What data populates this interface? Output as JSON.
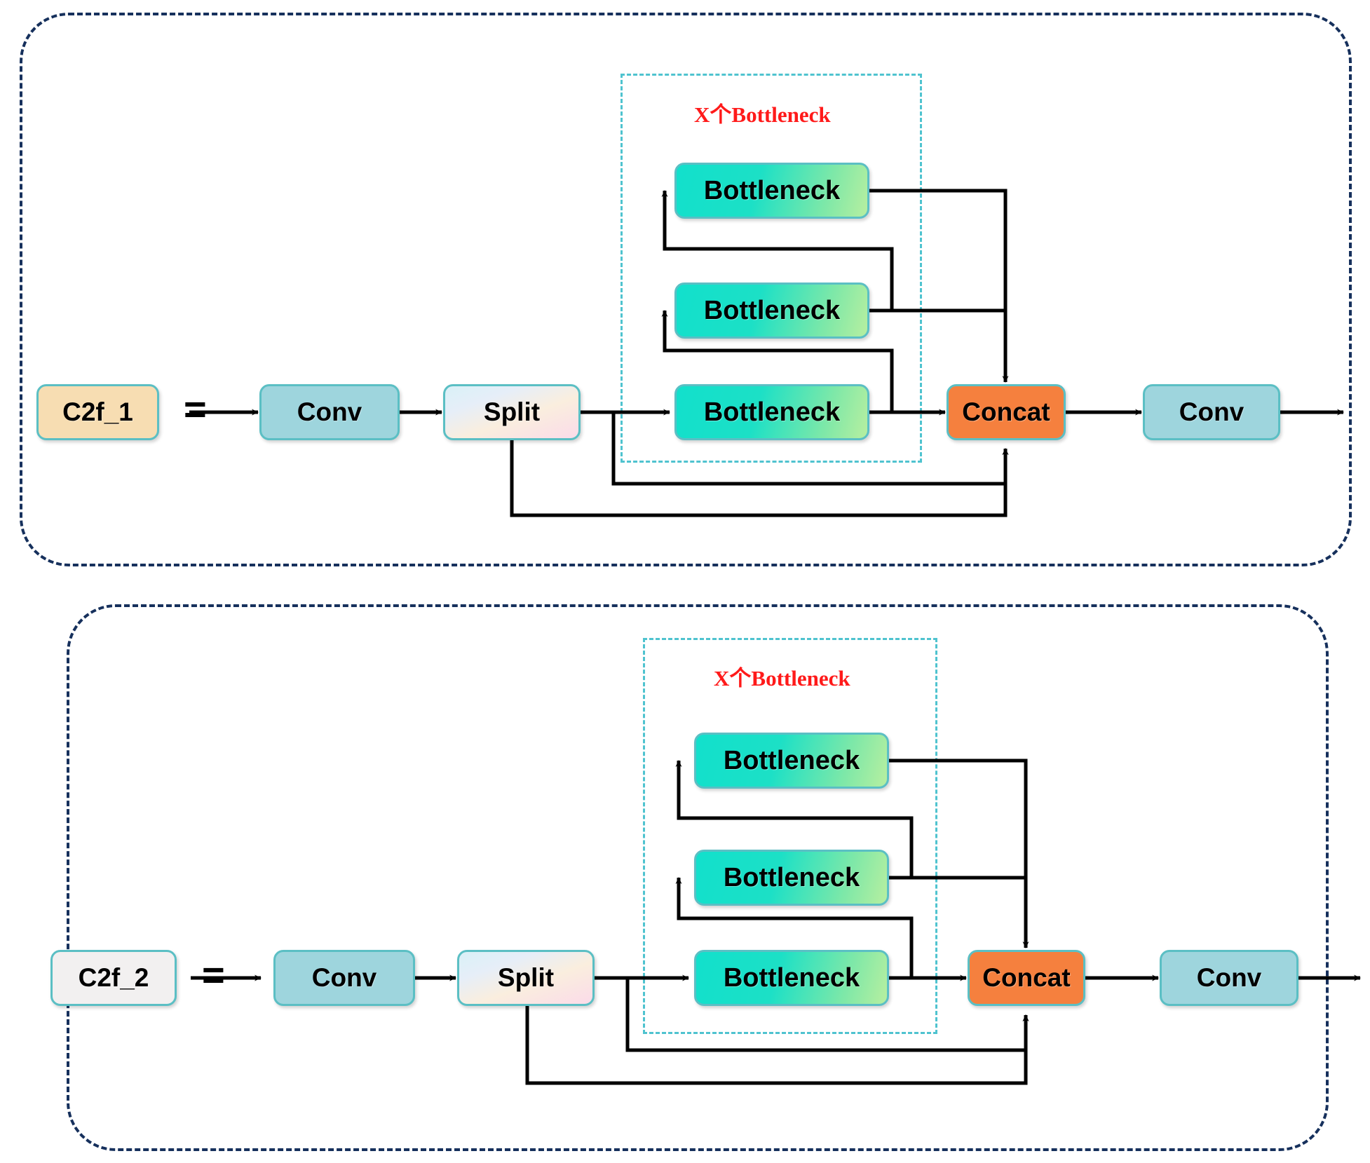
{
  "diagram": {
    "title": "C2f module structure comparison",
    "colors": {
      "panel_border": "#16305c",
      "group_border": "#4fc3cf",
      "group_label": "#ff1a1a",
      "conv_fill": "#9ed5dd",
      "concat_fill": "#f5803e",
      "bottleneck_fill_start": "#12e0cc",
      "bottleneck_fill_end": "#b7efa0",
      "split_fill_start": "#d9f1f7",
      "split_fill_end": "#fbdbe9",
      "c2f1_fill": "#f7ddb2",
      "c2f2_fill": "#f2f0f0",
      "node_border": "#5bbfc4",
      "edge": "#000000"
    },
    "panels": [
      {
        "id": "panel-1",
        "module_label": "C2f_1",
        "equals_sign": "=",
        "group_label": "X个Bottleneck",
        "nodes": {
          "conv_in": "Conv",
          "split": "Split",
          "bottleneck_top": "Bottleneck",
          "bottleneck_mid": "Bottleneck",
          "bottleneck_bot": "Bottleneck",
          "concat": "Concat",
          "conv_out": "Conv"
        }
      },
      {
        "id": "panel-2",
        "module_label": "C2f_2",
        "equals_sign": "=",
        "group_label": "X个Bottleneck",
        "nodes": {
          "conv_in": "Conv",
          "split": "Split",
          "bottleneck_top": "Bottleneck",
          "bottleneck_mid": "Bottleneck",
          "bottleneck_bot": "Bottleneck",
          "concat": "Concat",
          "conv_out": "Conv"
        }
      }
    ]
  }
}
